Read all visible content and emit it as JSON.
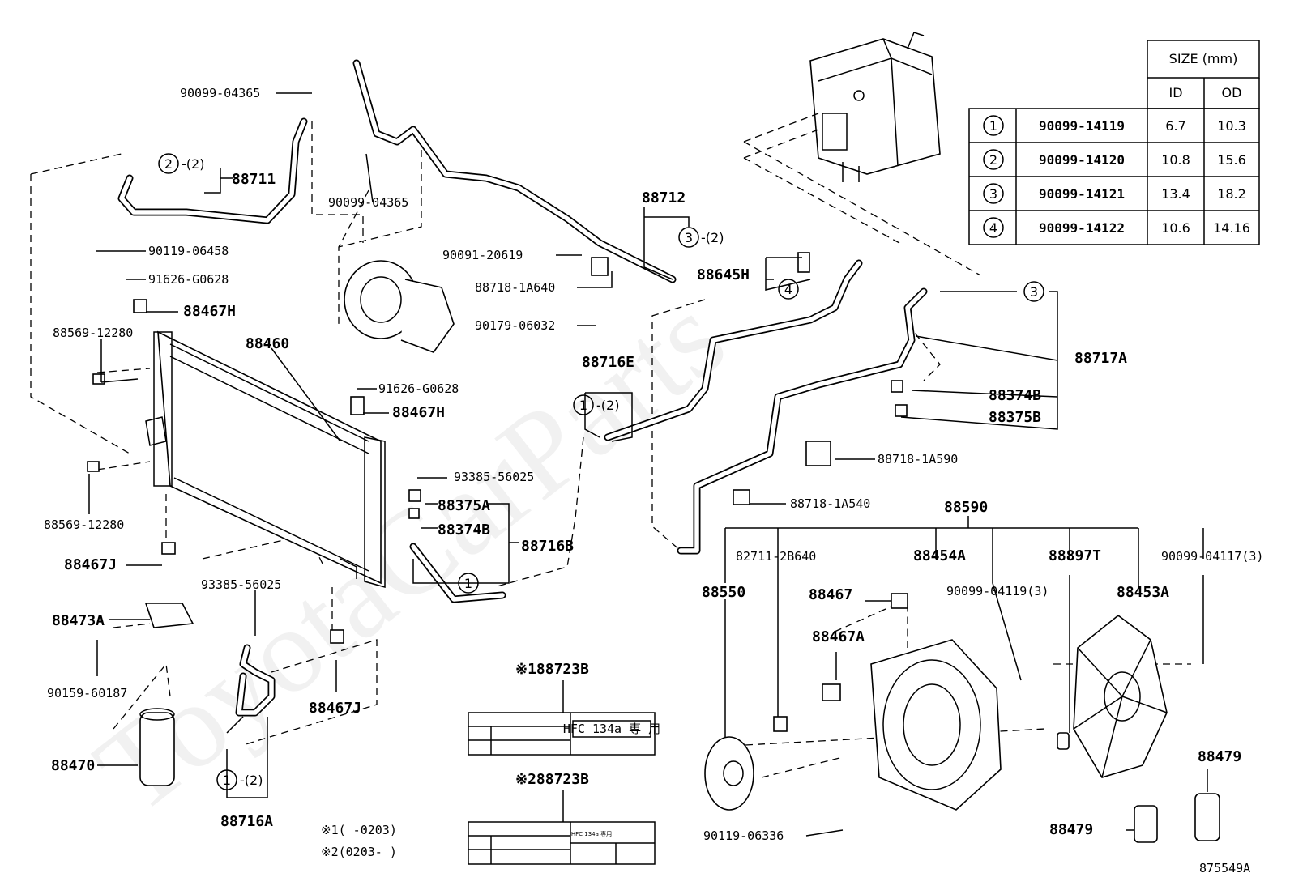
{
  "watermark": "ToyotaCarParts",
  "diagram_id": "875549A",
  "size_table": {
    "header_size": "SIZE (mm)",
    "header_id": "ID",
    "header_od": "OD",
    "rows": [
      {
        "symbol": "1",
        "part": "90099-14119",
        "id": "6.7",
        "od": "10.3"
      },
      {
        "symbol": "2",
        "part": "90099-14120",
        "id": "10.8",
        "od": "15.6"
      },
      {
        "symbol": "3",
        "part": "90099-14121",
        "id": "13.4",
        "od": "18.2"
      },
      {
        "symbol": "4",
        "part": "90099-14122",
        "id": "10.6",
        "od": "14.16"
      }
    ]
  },
  "labels": {
    "p90099_04365_a": "90099-04365",
    "p90099_04365_b": "90099-04365",
    "p88711": "88711",
    "p90119_06458": "90119-06458",
    "p91626_g0628_a": "91626-G0628",
    "p88467h_a": "88467H",
    "p88569_12280_a": "88569-12280",
    "p88460": "88460",
    "p91626_g0628_b": "91626-G0628",
    "p88467h_b": "88467H",
    "p88569_12280_b": "88569-12280",
    "p88467j_a": "88467J",
    "p93385_56025_a": "93385-56025",
    "p88473a": "88473A",
    "p90159_60187": "90159-60187",
    "p88470": "88470",
    "p88716a": "88716A",
    "p88467j_b": "88467J",
    "p88712": "88712",
    "p90091_20619": "90091-20619",
    "p88718_1a640": "88718-1A640",
    "p90179_06032": "90179-06032",
    "p88716e": "88716E",
    "p93385_56025_b": "93385-56025",
    "p88375a": "88375A",
    "p88374b_a": "88374B",
    "p88716b": "88716B",
    "p88645h": "88645H",
    "p88717a": "88717A",
    "p88374b_b": "88374B",
    "p88375b": "88375B",
    "p88718_1a590": "88718-1A590",
    "p88718_1a540": "88718-1A540",
    "p88590": "88590",
    "p82711_2b640": "82711-2B640",
    "p88454a": "88454A",
    "p88897t": "88897T",
    "p90099_04117": "90099-04117(3)",
    "p88550": "88550",
    "p88467": "88467",
    "p90099_04119": "90099-04119(3)",
    "p88453a": "88453A",
    "p88467a": "88467A",
    "p88479_a": "88479",
    "p88479_b": "88479",
    "p90119_06336": "90119-06336",
    "label1_title": "※188723B",
    "label2_title": "※288723B",
    "label1_text": "HFC 134a 専 用",
    "label2_text": "HFC 134a 専用",
    "note1": "※1(    -0203)",
    "note2": "※2(0203-    )"
  },
  "callouts": {
    "c2_88711": "2",
    "c2_88711_qty": "-(2)",
    "c3_88712": "3",
    "c3_88712_qty": "-(2)",
    "c4_88645h": "4",
    "c3_88717a": "3",
    "c1_88716e": "1",
    "c1_88716e_qty": "-(2)",
    "c1_88716b": "1",
    "c1_88716a": "1",
    "c1_88716a_qty": "-(2)"
  }
}
